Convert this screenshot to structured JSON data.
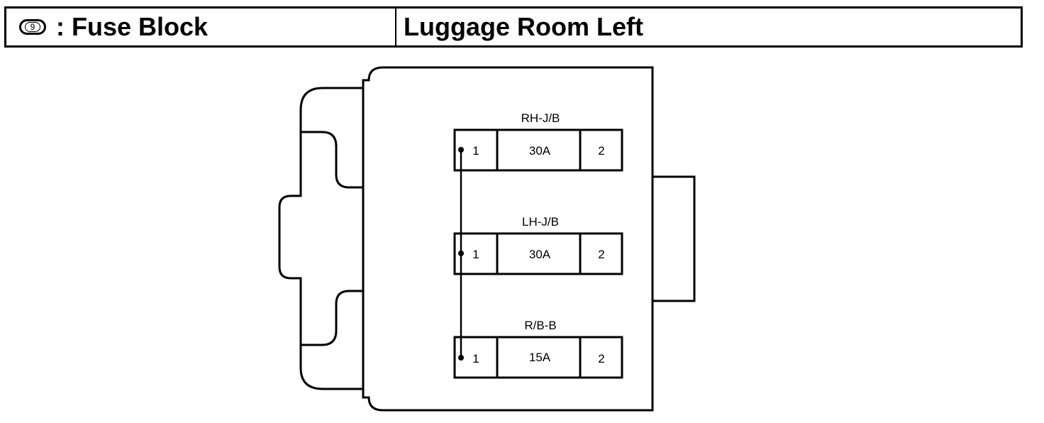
{
  "header": {
    "connector_number": "9",
    "title": ": Fuse Block",
    "location": "Luggage Room Left"
  },
  "fuse_block": {
    "fuses": [
      {
        "name": "RH-J/B",
        "rating": "30A",
        "pin_left": "1",
        "pin_right": "2"
      },
      {
        "name": "LH-J/B",
        "rating": "30A",
        "pin_left": "1",
        "pin_right": "2"
      },
      {
        "name": "R/B-B",
        "rating": "15A",
        "pin_left": "1",
        "pin_right": "2"
      }
    ]
  }
}
